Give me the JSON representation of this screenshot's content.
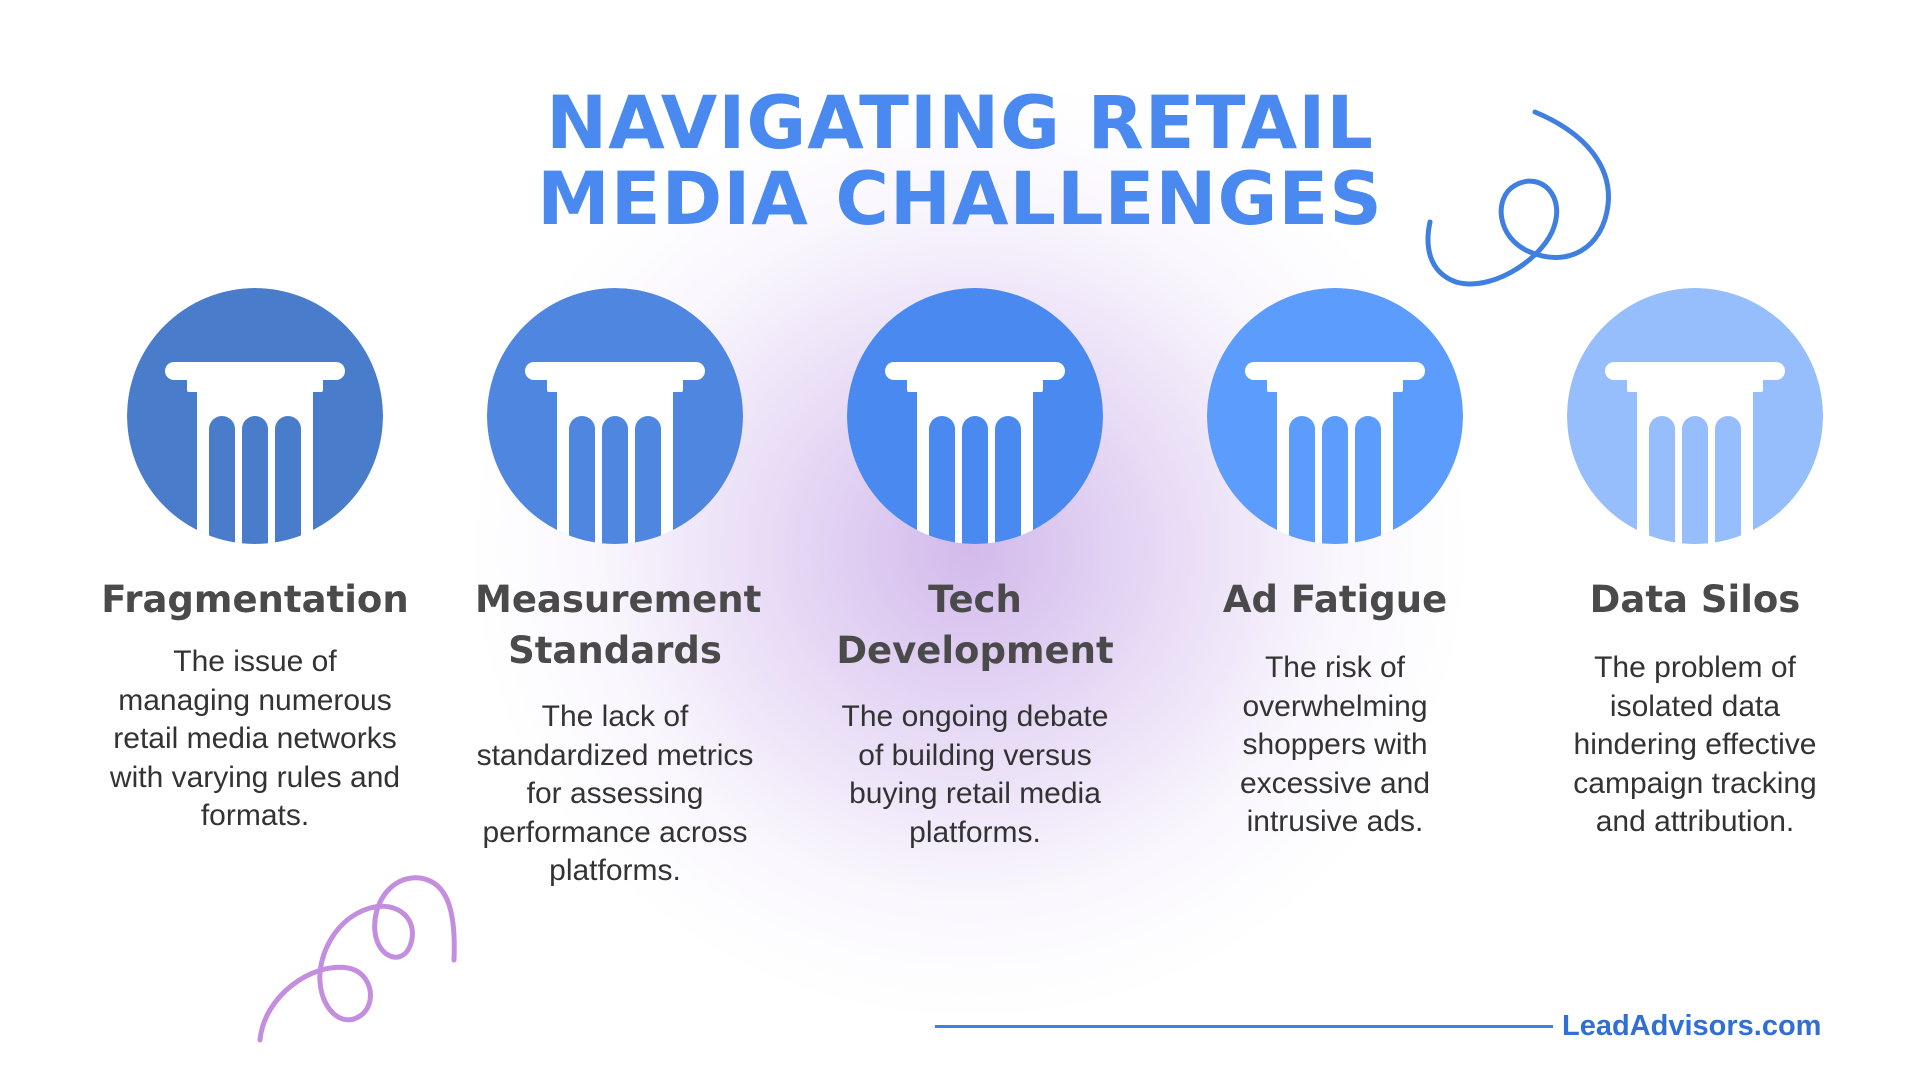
{
  "title": {
    "line1": "NAVIGATING RETAIL",
    "line2": "MEDIA CHALLENGES"
  },
  "colors": {
    "title": "#4a8af0",
    "heading_text": "#4a4a4a",
    "body_text": "#333333",
    "footer_line": "#3f7fe0",
    "footer_text": "#2f6fd6",
    "squiggle_blue": "#3f7fe0",
    "squiggle_purple": "#c48ee0",
    "glow": "#d0b6ea"
  },
  "cards": [
    {
      "title": "Fragmentation",
      "description": "The issue of managing numerous retail media networks with varying rules and formats.",
      "icon": "pillar-icon",
      "circle_color": "#4a7ccc"
    },
    {
      "title": "Measurement Standards",
      "description": "The lack of standardized metrics for assessing performance across platforms.",
      "icon": "pillar-icon",
      "circle_color": "#4f86e0"
    },
    {
      "title": "Tech Development",
      "description": "The ongoing debate of building versus buying retail media platforms.",
      "icon": "pillar-icon",
      "circle_color": "#4a8af0"
    },
    {
      "title": "Ad Fatigue",
      "description": "The risk of overwhelming shoppers with excessive and intrusive ads.",
      "icon": "pillar-icon",
      "circle_color": "#5c9cfc"
    },
    {
      "title": "Data Silos",
      "description": "The problem of isolated data hindering effective campaign tracking and attribution.",
      "icon": "pillar-icon",
      "circle_color": "#96bdfc"
    }
  ],
  "footer": {
    "brand": "LeadAdvisors.com"
  }
}
